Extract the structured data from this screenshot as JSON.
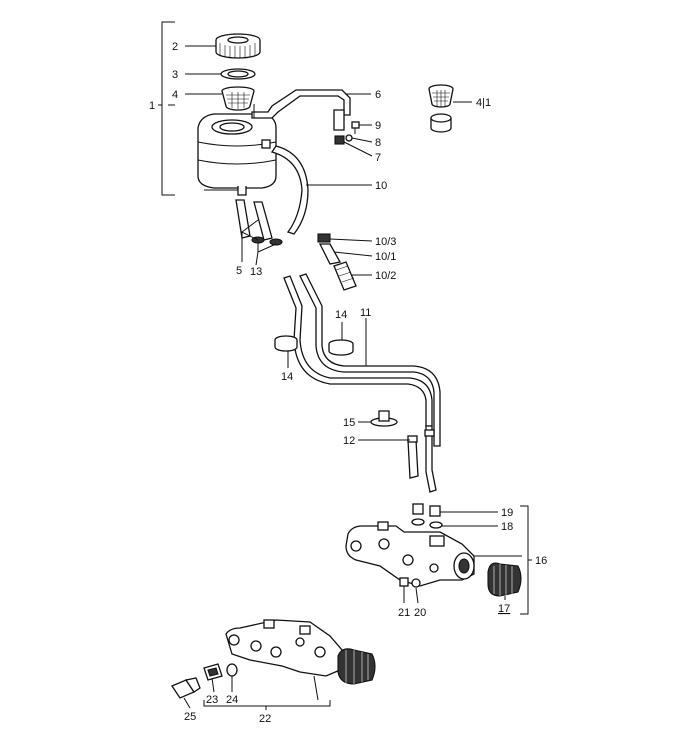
{
  "labels": {
    "l1": "1",
    "l2": "2",
    "l3": "3",
    "l4": "4",
    "l41": "4|1",
    "l5": "5",
    "l6": "6",
    "l7": "7",
    "l8": "8",
    "l9": "9",
    "l10": "10",
    "l103": "10/3",
    "l101": "10/1",
    "l102": "10/2",
    "l11": "11",
    "l12": "12",
    "l13": "13",
    "l14a": "14",
    "l14b": "14",
    "l15": "15",
    "l16": "16",
    "l17": "17",
    "l18": "18",
    "l19": "19",
    "l20": "20",
    "l21": "21",
    "l22": "22",
    "l23": "23",
    "l24": "24",
    "l25": "25"
  }
}
